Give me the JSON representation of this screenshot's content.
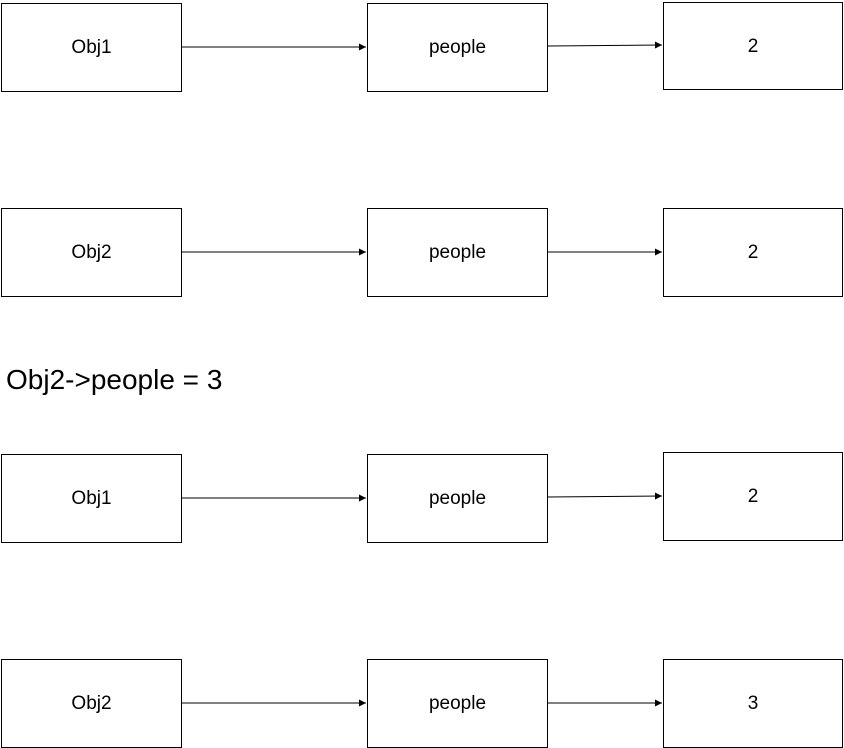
{
  "rows": [
    {
      "object": "Obj1",
      "field": "people",
      "value": "2"
    },
    {
      "object": "Obj2",
      "field": "people",
      "value": "2"
    },
    {
      "object": "Obj1",
      "field": "people",
      "value": "2"
    },
    {
      "object": "Obj2",
      "field": "people",
      "value": "3"
    }
  ],
  "caption": "Obj2->people = 3"
}
